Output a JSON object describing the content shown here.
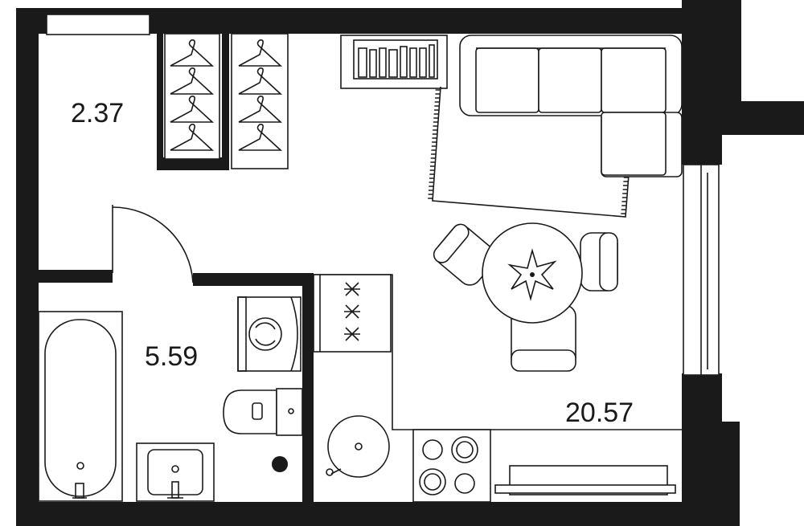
{
  "rooms": [
    {
      "id": "wardrobe",
      "area": "2.37"
    },
    {
      "id": "bathroom",
      "area": "5.59"
    },
    {
      "id": "living",
      "area": "20.57"
    }
  ],
  "icons": [
    "hanger-icon",
    "washing-machine-icon",
    "toilet-icon",
    "bathtub-icon",
    "sink-icon",
    "stove-icon",
    "sofa-icon",
    "dining-table-icon",
    "shelf-icon"
  ],
  "colors": {
    "wall": "#1a1a1a",
    "floor": "#ffffff"
  }
}
